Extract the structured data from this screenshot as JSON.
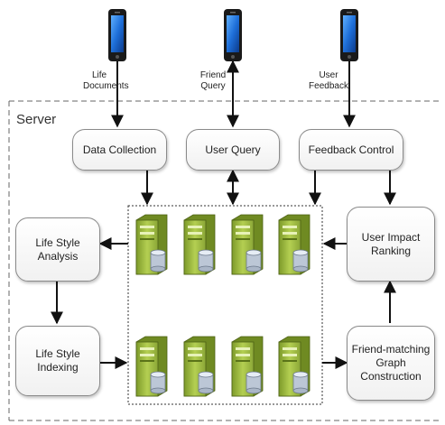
{
  "server_label": "Server",
  "modules": {
    "data_collection": "Data Collection",
    "user_query": "User Query",
    "feedback_control": "Feedback Control",
    "life_style_analysis": "Life Style\nAnalysis",
    "life_style_indexing": "Life Style\nIndexing",
    "user_impact_ranking": "User Impact\nRanking",
    "friend_matching": "Friend-matching\nGraph\nConstruction"
  },
  "inputs": {
    "life_documents": "Life\nDocuments",
    "friend_query": "Friend\nQuery",
    "user_feedback": "User\nFeedback"
  },
  "icons": {
    "phone": "smartphone-icon",
    "server": "server-database-icon"
  },
  "colors": {
    "server_body": "#9dbb3a",
    "phone_screen": "#1e6fd9",
    "arrow": "#111111",
    "box_border": "#8a8a8a"
  }
}
